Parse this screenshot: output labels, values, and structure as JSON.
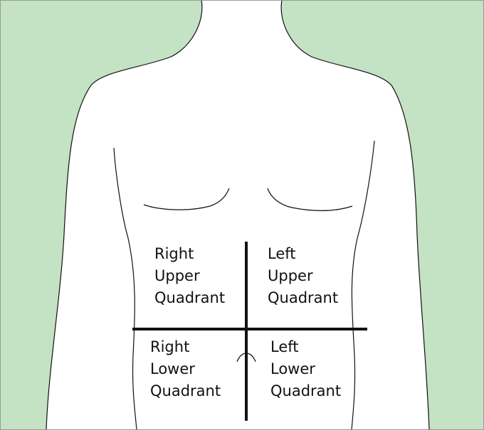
{
  "colors": {
    "background": "#c4e2c4",
    "body_fill": "#ffffff",
    "outline": "#111111",
    "frame": "#9a9a9a"
  },
  "quadrants": {
    "right_upper": {
      "line1": "Right",
      "line2": "Upper",
      "line3": "Quadrant"
    },
    "left_upper": {
      "line1": "Left",
      "line2": "Upper",
      "line3": "Quadrant"
    },
    "right_lower": {
      "line1": "Right",
      "line2": "Lower",
      "line3": "Quadrant"
    },
    "left_lower": {
      "line1": "Left",
      "line2": "Lower",
      "line3": "Quadrant"
    }
  }
}
